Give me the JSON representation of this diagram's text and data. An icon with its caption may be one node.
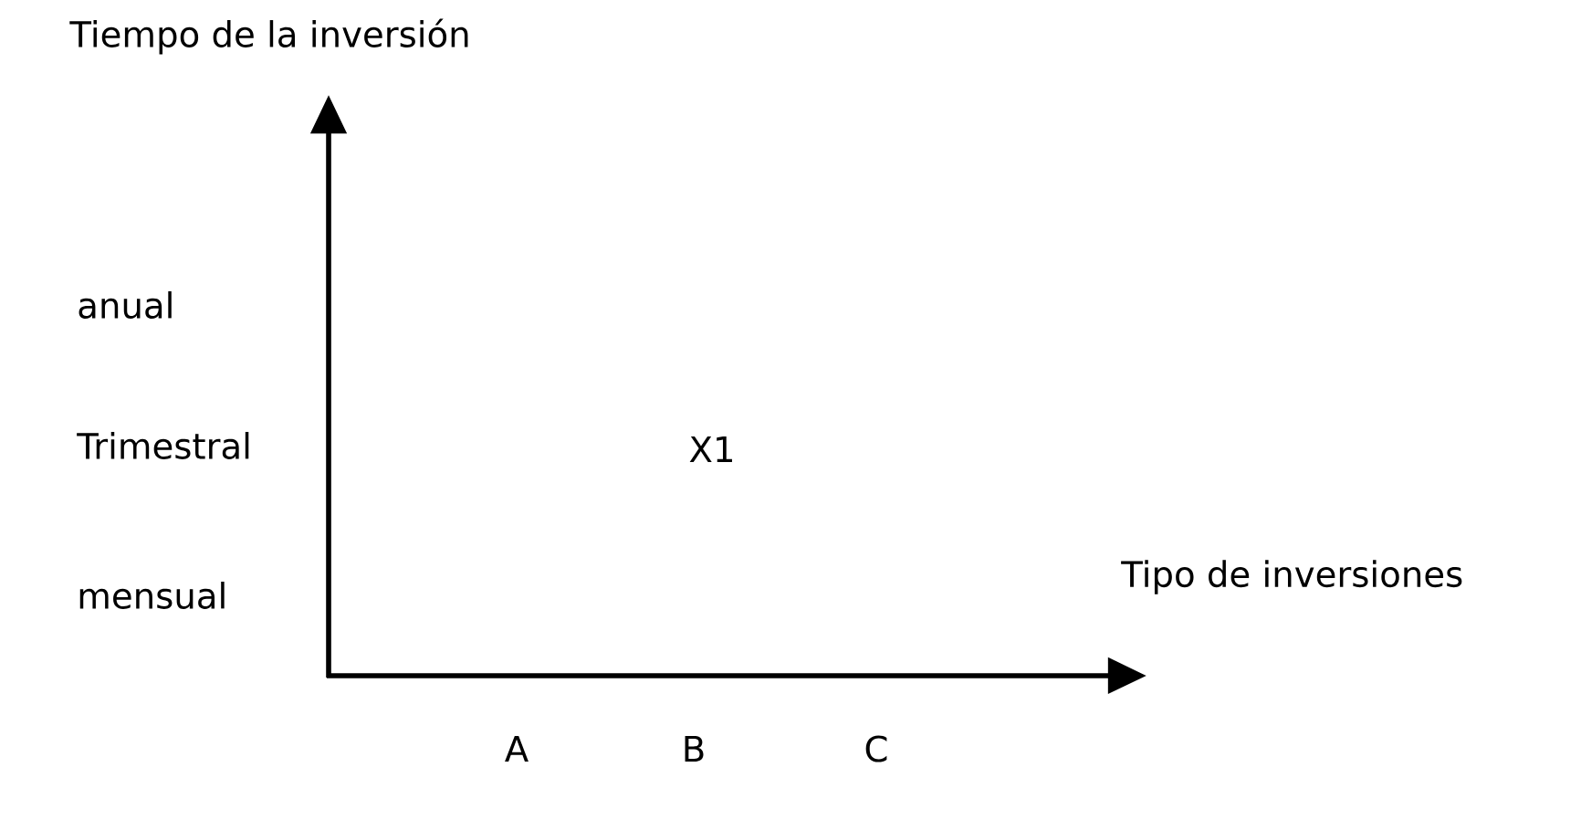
{
  "diagram": {
    "labels": [
      "Tiempo de la inversión",
      "anual",
      "Trimestral",
      "X1",
      "mensual",
      "Tipo de inversiones",
      "A",
      "B",
      "C"
    ]
  }
}
